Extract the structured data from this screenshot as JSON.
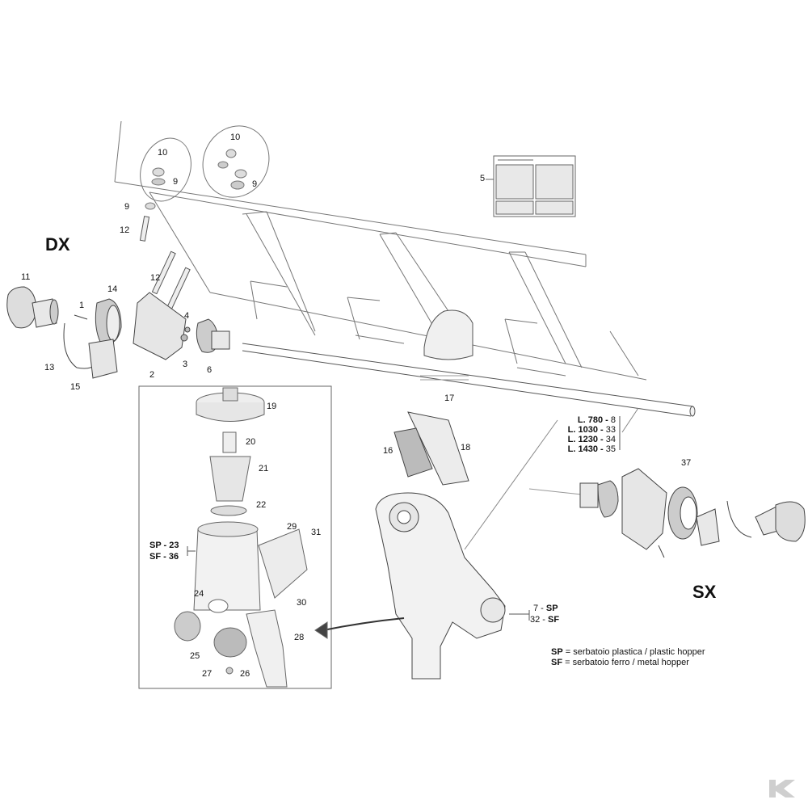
{
  "sides": {
    "left": "DX",
    "right": "SX"
  },
  "parts": {
    "p1": "1",
    "p2": "2",
    "p3": "3",
    "p4": "4",
    "p5": "5",
    "p6": "6",
    "p9a": "9",
    "p9b": "9",
    "p9c": "9",
    "p10a": "10",
    "p10b": "10",
    "p11": "11",
    "p12a": "12",
    "p12b": "12",
    "p13": "13",
    "p14": "14",
    "p15": "15",
    "p16": "16",
    "p17": "17",
    "p18": "18",
    "p19": "19",
    "p20": "20",
    "p21": "21",
    "p22": "22",
    "p24": "24",
    "p25": "25",
    "p26": "26",
    "p27": "27",
    "p28": "28",
    "p29": "29",
    "p30": "30",
    "p31": "31",
    "p37": "37"
  },
  "variants": {
    "sp23": "SP - 23",
    "sf36": "SF - 36",
    "v7": "7",
    "v7code": "SP",
    "v32": "32",
    "v32code": "SF"
  },
  "lengths": [
    {
      "label": "L. 780",
      "part": "8"
    },
    {
      "label": "L. 1030",
      "part": "33"
    },
    {
      "label": "L. 1230",
      "part": "34"
    },
    {
      "label": "L. 1430",
      "part": "35"
    }
  ],
  "legend": [
    {
      "code": "SP",
      "text": "= serbatoio plastica / plastic hopper"
    },
    {
      "code": "SF",
      "text": "= serbatoio ferro / metal hopper"
    }
  ],
  "colors": {
    "line": "#555555",
    "fill": "#e6e6e6",
    "dark": "#888888",
    "logo": "#cfcfcf"
  }
}
